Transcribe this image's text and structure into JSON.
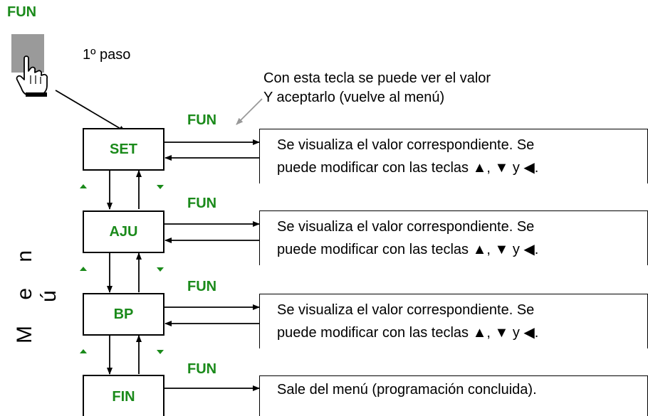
{
  "top_fun": "FUN",
  "step_label": "1º paso",
  "note_line1": "Con esta tecla se puede ver el valor",
  "note_line2": "Y aceptarlo (vuelve al menú)",
  "menu_label": "M e n ú",
  "colors": {
    "key_green": "#1a8a1a",
    "button_grey": "#9a9a9a"
  },
  "icons": {
    "finger": "pointing-hand-icon"
  },
  "rows": [
    {
      "box": "SET",
      "fun": "FUN",
      "line1": "Se visualiza el valor correspondiente. Se",
      "line2": "puede modificar con las teclas ▲, ▼ y ◀."
    },
    {
      "box": "AJU",
      "fun": "FUN",
      "line1": "Se visualiza el valor correspondiente. Se",
      "line2": "puede modificar con las teclas ▲, ▼ y ◀."
    },
    {
      "box": "BP",
      "fun": "FUN",
      "line1": "Se visualiza el valor correspondiente. Se",
      "line2": "puede modificar con las teclas ▲, ▼ y ◀."
    },
    {
      "box": "FIN",
      "fun": "FUN",
      "line1": "Sale del menú (programación concluida).",
      "line2": ""
    }
  ]
}
